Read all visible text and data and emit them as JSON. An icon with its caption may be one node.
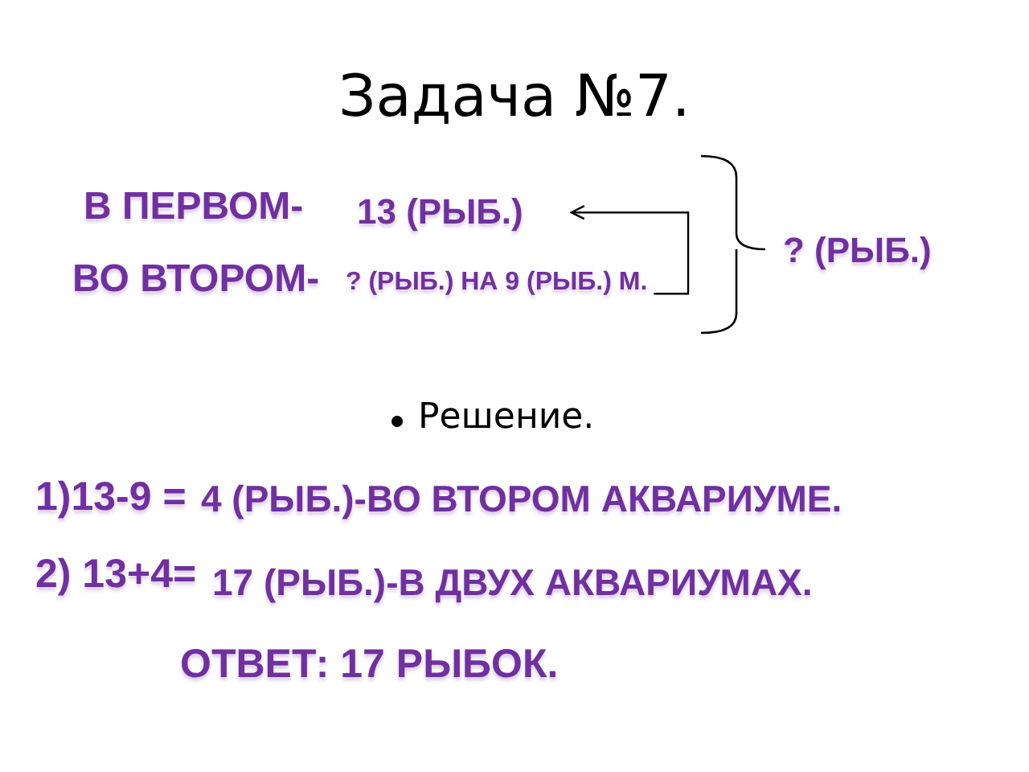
{
  "diagram": {
    "title": "Задача №7.",
    "nodes": [
      {
        "text": [
          "13 (РЫБ.)"
        ]
      },
      {
        "text": [
          "? (РЫБ.) НА 9 (РЫБ.) М."
        ]
      }
    ],
    "edges": [
      {
        "from": 1,
        "to": 0,
        "arrow": "to"
      }
    ],
    "labels": [
      "В ПЕРВОМ-",
      "ВО ВТОРОМ-",
      "? (РЫБ.)",
      "Решение.",
      "1)13-9 =",
      "4 (РЫБ.)-ВО ВТОРОМ АКВАРИУМЕ.",
      "2) 13+4=",
      "17 (РЫБ.)-В ДВУХ АКВАРИУМАХ.",
      "ОТВЕТ: 17 РЫБОК."
    ]
  }
}
